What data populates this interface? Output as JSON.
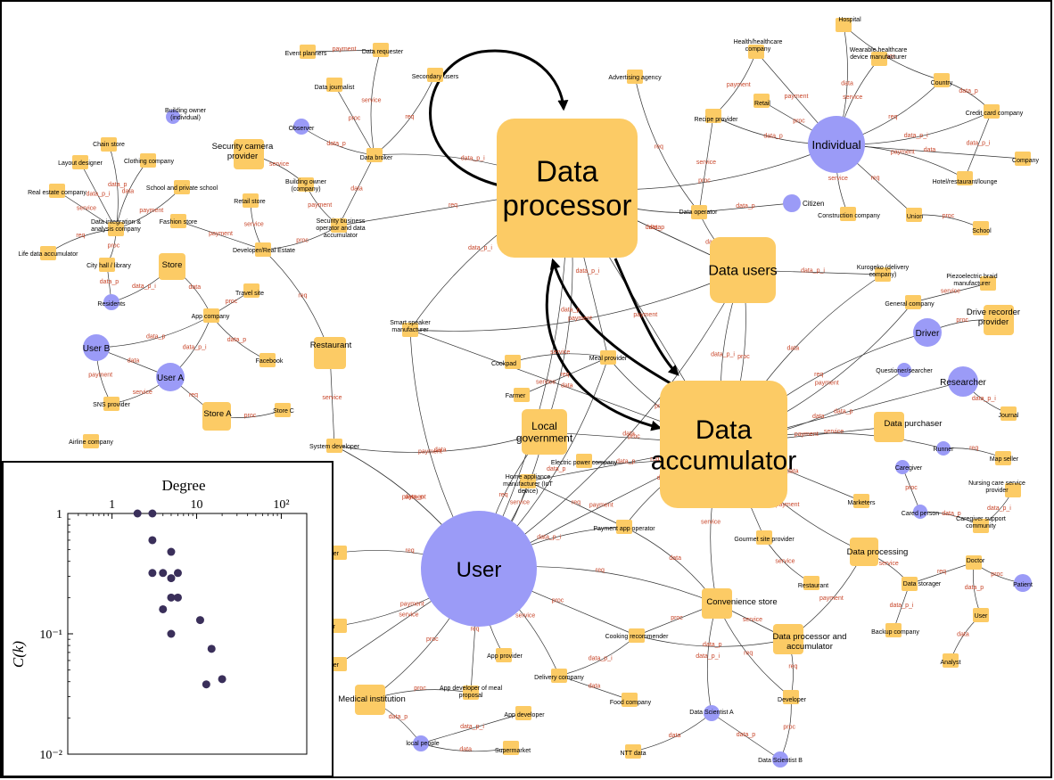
{
  "colors": {
    "data_node": "#fccb65",
    "person_node": "#9b9bf7",
    "edge": "#333333",
    "edge_label": "#c8462a"
  },
  "big_nodes": [
    {
      "id": "dp",
      "lines": [
        "Data",
        "processor"
      ],
      "kind": "data"
    },
    {
      "id": "da",
      "lines": [
        "Data",
        "accumulator"
      ],
      "kind": "data"
    },
    {
      "id": "user",
      "lines": [
        "User"
      ],
      "kind": "person"
    },
    {
      "id": "du",
      "lines": [
        "Data users"
      ],
      "kind": "data"
    },
    {
      "id": "lg",
      "lines": [
        "Local",
        "government"
      ],
      "kind": "data"
    },
    {
      "id": "store",
      "lines": [
        "Store"
      ],
      "kind": "data"
    },
    {
      "id": "storea",
      "lines": [
        "Store A"
      ],
      "kind": "data"
    },
    {
      "id": "rest",
      "lines": [
        "Restaurant"
      ],
      "kind": "data"
    },
    {
      "id": "dproc",
      "lines": [
        "Data processing"
      ],
      "kind": "data"
    },
    {
      "id": "cs",
      "lines": [
        "Convenience store"
      ],
      "kind": "data"
    },
    {
      "id": "dpa",
      "lines": [
        "Data processor and",
        "accumulator"
      ],
      "kind": "data"
    },
    {
      "id": "med",
      "lines": [
        "Medical institution"
      ],
      "kind": "data"
    },
    {
      "id": "dpur",
      "lines": [
        "Data purchaser"
      ],
      "kind": "data"
    },
    {
      "id": "drp",
      "lines": [
        "Drive recorder",
        "provider"
      ],
      "kind": "data"
    },
    {
      "id": "scp",
      "lines": [
        "Security camera",
        "provider"
      ],
      "kind": "data"
    }
  ],
  "person_nodes": [
    {
      "id": "indiv",
      "label": "Individual"
    },
    {
      "id": "userb",
      "label": "User B"
    },
    {
      "id": "usera",
      "label": "User A"
    },
    {
      "id": "driver",
      "label": "Driver"
    },
    {
      "id": "researcher",
      "label": "Researcher"
    },
    {
      "id": "citizen",
      "label": "Citizen"
    },
    {
      "id": "observer",
      "label": "Observer"
    },
    {
      "id": "residents",
      "label": "Residents"
    },
    {
      "id": "qs",
      "label": "Questioner/searcher"
    },
    {
      "id": "runner",
      "label": "Runner"
    },
    {
      "id": "caregiver",
      "label": "Caregiver"
    },
    {
      "id": "cared",
      "label": "Cared person"
    },
    {
      "id": "patient",
      "label": "Patient"
    },
    {
      "id": "dsa",
      "label": "Data Scientist A"
    },
    {
      "id": "dsb",
      "label": "Data Scientist B"
    },
    {
      "id": "localpeople",
      "label": "local people"
    },
    {
      "id": "bo",
      "label": "Building owner (individual)"
    }
  ],
  "small_nodes": [
    {
      "id": "hospital",
      "label": "Hospital"
    },
    {
      "id": "health",
      "label": "Health/healthcare company"
    },
    {
      "id": "wearable",
      "label": "Wearable healthcare device manufacturer"
    },
    {
      "id": "country",
      "label": "Country"
    },
    {
      "id": "retail",
      "label": "Retail"
    },
    {
      "id": "recipe",
      "label": "Recipe provider"
    },
    {
      "id": "adv",
      "label": "Advertising agency"
    },
    {
      "id": "credit",
      "label": "Credit card company"
    },
    {
      "id": "company",
      "label": "Company"
    },
    {
      "id": "hotel",
      "label": "Hotel/restaurant/lounge"
    },
    {
      "id": "construction",
      "label": "Construction company"
    },
    {
      "id": "union",
      "label": "Union"
    },
    {
      "id": "school",
      "label": "School"
    },
    {
      "id": "dop",
      "label": "Data operator"
    },
    {
      "id": "event",
      "label": "Event planners"
    },
    {
      "id": "dreq",
      "label": "Data requester"
    },
    {
      "id": "secu",
      "label": "Secondary users"
    },
    {
      "id": "dj",
      "label": "Data journalist"
    },
    {
      "id": "broker",
      "label": "Data broker"
    },
    {
      "id": "boc",
      "label": "Building owner (company)"
    },
    {
      "id": "sbo",
      "label": "Security business operator and data accumulator"
    },
    {
      "id": "chain",
      "label": "Chain store"
    },
    {
      "id": "layout",
      "label": "Layout designer"
    },
    {
      "id": "clothing",
      "label": "Clothing company"
    },
    {
      "id": "schoolp",
      "label": "School and private school"
    },
    {
      "id": "realestate",
      "label": "Real estate company"
    },
    {
      "id": "dia",
      "label": "Data integration & analysis company"
    },
    {
      "id": "lda",
      "label": "Life data accumulator"
    },
    {
      "id": "cityhall",
      "label": "City hall / library"
    },
    {
      "id": "fashion",
      "label": "Fashion store"
    },
    {
      "id": "retails",
      "label": "Retail store"
    },
    {
      "id": "dev",
      "label": "Developer/Real Estate"
    },
    {
      "id": "travel",
      "label": "Travel site"
    },
    {
      "id": "appco",
      "label": "App company"
    },
    {
      "id": "facebook",
      "label": "Facebook"
    },
    {
      "id": "sns",
      "label": "SNS provider"
    },
    {
      "id": "storec",
      "label": "Store C"
    },
    {
      "id": "airline",
      "label": "Airline company"
    },
    {
      "id": "kurogeko",
      "label": "Kurogeko (delivery company)"
    },
    {
      "id": "piezo",
      "label": "Piezoelectric braid manufacturer"
    },
    {
      "id": "general",
      "label": "General company"
    },
    {
      "id": "journal",
      "label": "Journal"
    },
    {
      "id": "mapseller",
      "label": "Map seller"
    },
    {
      "id": "nursing",
      "label": "Nursing care service provider"
    },
    {
      "id": "csc",
      "label": "Caregiver support community"
    },
    {
      "id": "marketers",
      "label": "Marketers"
    },
    {
      "id": "smart",
      "label": "Smart speaker manufacturer"
    },
    {
      "id": "cookpad",
      "label": "Cookpad"
    },
    {
      "id": "mealp",
      "label": "Meal provider"
    },
    {
      "id": "farmer",
      "label": "Farmer"
    },
    {
      "id": "sysdev",
      "label": "System developer"
    },
    {
      "id": "epc",
      "label": "Electric power company"
    },
    {
      "id": "home",
      "label": "Home appliance manufacturer (IoT device)"
    },
    {
      "id": "payapp",
      "label": "Payment app operator"
    },
    {
      "id": "gourmet",
      "label": "Gourmet site provider"
    },
    {
      "id": "restb",
      "label": "Restaurant"
    },
    {
      "id": "dstor",
      "label": "Data storager"
    },
    {
      "id": "doctor",
      "label": "Doctor"
    },
    {
      "id": "dnuser",
      "label": "User"
    },
    {
      "id": "backup",
      "label": "Backup company"
    },
    {
      "id": "analyst",
      "label": "Analyst"
    },
    {
      "id": "cookrec",
      "label": "Cooking recommender"
    },
    {
      "id": "appprov",
      "label": "App provider"
    },
    {
      "id": "delivery",
      "label": "Delivery company"
    },
    {
      "id": "food",
      "label": "Food company"
    },
    {
      "id": "devel",
      "label": "Developer"
    },
    {
      "id": "appmeal",
      "label": "App developer of meal proposal"
    },
    {
      "id": "appdev",
      "label": "App developer"
    },
    {
      "id": "supermarket",
      "label": "Supermarket"
    },
    {
      "id": "ntt",
      "label": "NTT data"
    },
    {
      "id": "platformer",
      "label": "Platformer"
    },
    {
      "id": "cer",
      "label": "Producer"
    },
    {
      "id": "er",
      "label": "Manager"
    }
  ],
  "edge_labels": [
    "data",
    "payment",
    "service",
    "req",
    "proc",
    "data_p",
    "data_p_i"
  ],
  "inset": {
    "title": "Degree",
    "ylabel": "C(k)",
    "x_ticks": [
      "1",
      "10",
      "10²"
    ],
    "y_ticks": [
      "1",
      "10⁻¹",
      "10⁻²"
    ]
  },
  "chart_data": {
    "type": "scatter",
    "title": "",
    "xlabel": "Degree",
    "ylabel": "C(k)",
    "xscale": "log",
    "yscale": "log",
    "xlim": [
      0.3,
      200
    ],
    "ylim": [
      0.01,
      1
    ],
    "grid": false,
    "points": [
      {
        "x": 2,
        "y": 1
      },
      {
        "x": 3,
        "y": 1
      },
      {
        "x": 3,
        "y": 0.6
      },
      {
        "x": 5,
        "y": 0.48
      },
      {
        "x": 3,
        "y": 0.32
      },
      {
        "x": 4,
        "y": 0.32
      },
      {
        "x": 6,
        "y": 0.32
      },
      {
        "x": 5,
        "y": 0.29
      },
      {
        "x": 5,
        "y": 0.2
      },
      {
        "x": 6,
        "y": 0.2
      },
      {
        "x": 4,
        "y": 0.16
      },
      {
        "x": 11,
        "y": 0.13
      },
      {
        "x": 5,
        "y": 0.1
      },
      {
        "x": 15,
        "y": 0.075
      },
      {
        "x": 20,
        "y": 0.042
      },
      {
        "x": 13,
        "y": 0.038
      }
    ]
  }
}
